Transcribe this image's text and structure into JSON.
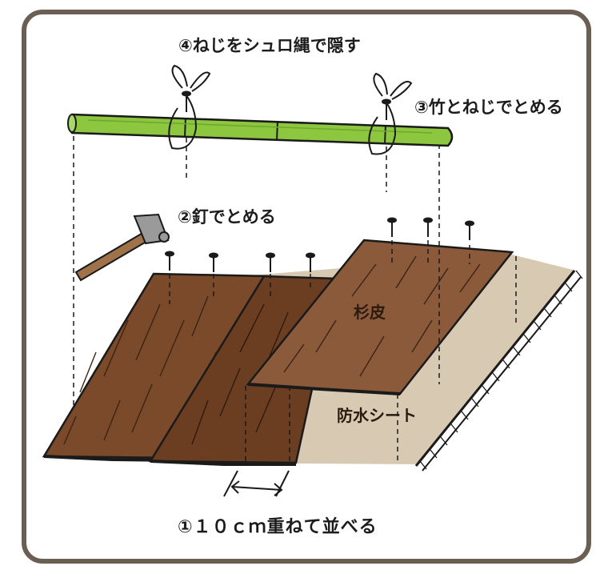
{
  "labels": {
    "step4": "④ねじをシュロ縄で隠す",
    "step3": "③竹とねじでとめる",
    "step2": "②釘でとめる",
    "step1": "①１０ｃｍ重ねて並べる",
    "cedar_bark": "杉皮",
    "waterproof_sheet": "防水シート"
  },
  "colors": {
    "frame": "#6b5e53",
    "bamboo": "#8dc63f",
    "bark_dark": "#7a4a2a",
    "bark_mid": "#6b3e22",
    "bark_light": "#8b5a3a",
    "sheet": "#d8c9b3",
    "outline": "#1a1a1a"
  },
  "icons": [
    "hammer-icon",
    "nail-icon",
    "screw-icon",
    "palm-rope-knot-icon",
    "dimension-arrow-icon"
  ]
}
